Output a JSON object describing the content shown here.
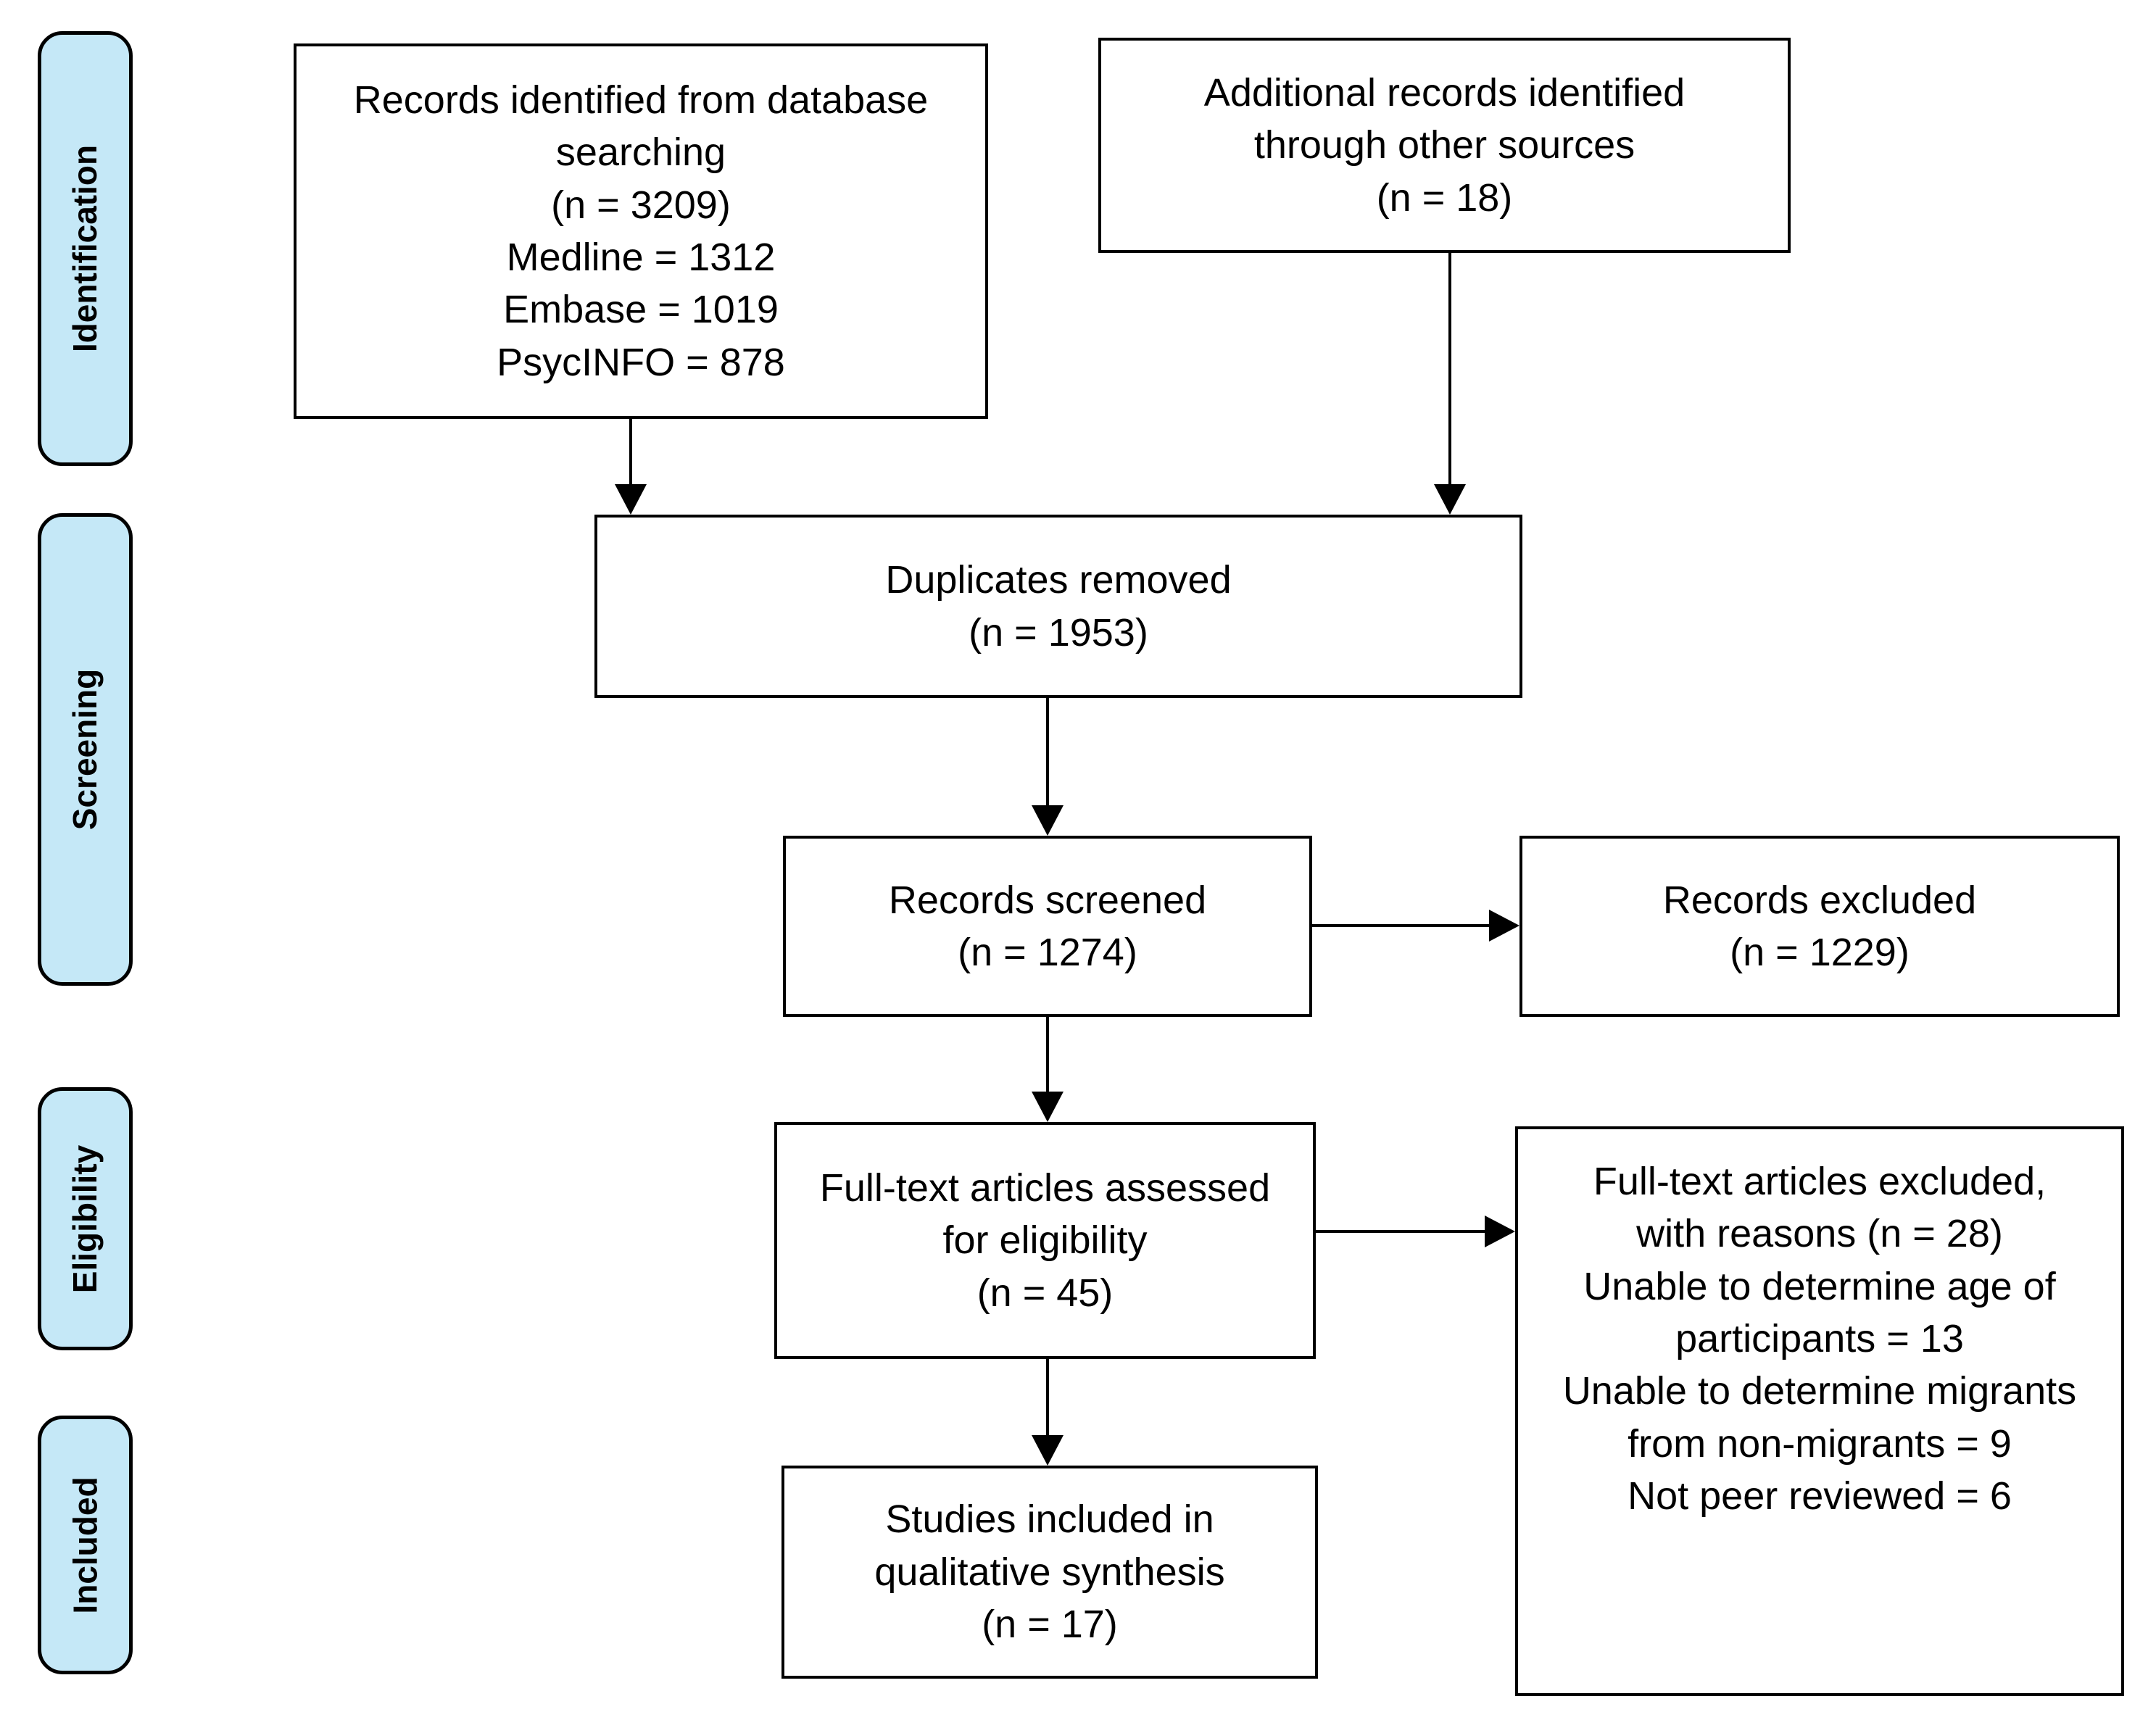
{
  "figure": {
    "type": "prisma_flow_diagram",
    "background_color": "#ffffff",
    "stage_fill_color": "#c5e8f7",
    "line_color": "#000000",
    "box_fill_color": "#ffffff"
  },
  "sidebar": {
    "identification": "Identification",
    "screening": "Screening",
    "eligibility": "Eligibility",
    "included": "Included"
  },
  "boxes": {
    "records_identified": "Records identified from database\nsearching\n(n = 3209)\nMedline = 1312\nEmbase = 1019\nPsycINFO = 878",
    "other_sources": "Additional records identified\nthrough other sources\n(n = 18)",
    "duplicates_removed": "Duplicates removed\n(n = 1953)",
    "records_screened": "Records screened\n(n = 1274)",
    "records_excluded": "Records excluded\n(n = 1229)",
    "fulltext_assessed": "Full-text articles assessed\nfor eligibility\n(n = 45)",
    "fulltext_excluded": "Full-text articles excluded,\nwith reasons (n = 28)\nUnable to determine age of\nparticipants = 13\nUnable to determine migrants\nfrom non-migrants = 9\nNot peer reviewed = 6",
    "studies_included": "Studies included in\nqualitative synthesis\n(n = 17)"
  },
  "counts": {
    "database_searching_total": 3209,
    "medline": 1312,
    "embase": 1019,
    "psycinfo": 878,
    "other_sources": 18,
    "duplicates_removed": 1953,
    "records_screened": 1274,
    "records_excluded": 1229,
    "fulltext_assessed": 45,
    "fulltext_excluded": 28,
    "excluded_reason_age": 13,
    "excluded_reason_migrants": 9,
    "excluded_reason_not_peer_reviewed": 6,
    "included_qualitative_synthesis": 17
  }
}
